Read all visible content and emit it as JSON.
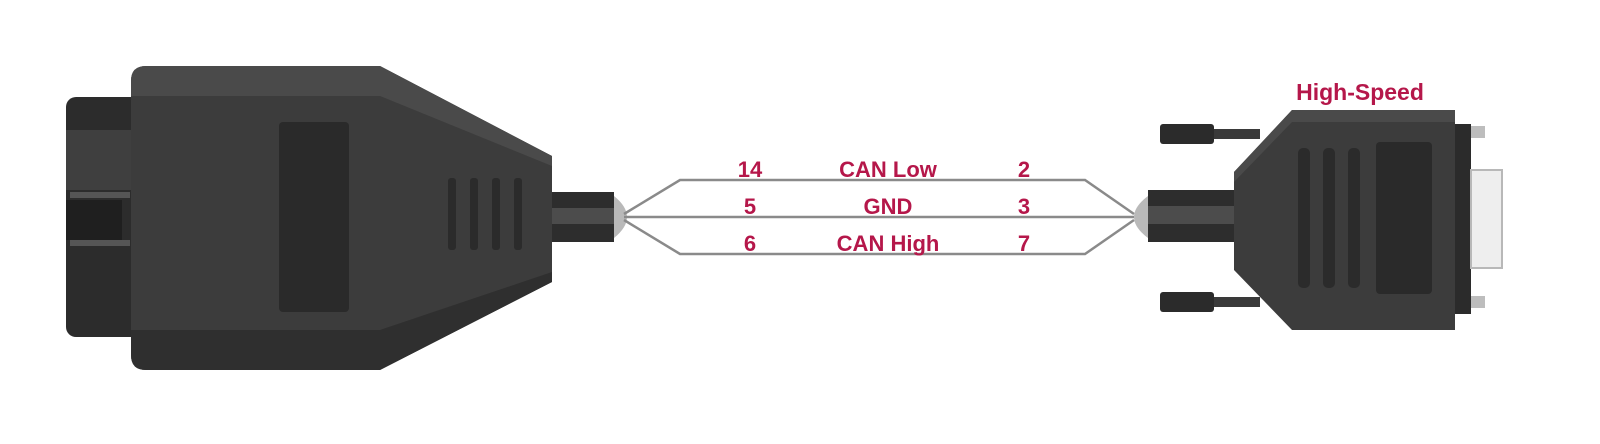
{
  "header": {
    "right_connector_label": "High-Speed"
  },
  "wires": [
    {
      "left_pin": "14",
      "signal": "CAN Low",
      "right_pin": "2"
    },
    {
      "left_pin": "5",
      "signal": "GND",
      "right_pin": "3"
    },
    {
      "left_pin": "6",
      "signal": "CAN High",
      "right_pin": "7"
    }
  ],
  "colors": {
    "label": "#b5174a",
    "connector_body": "#3c3c3c",
    "connector_dark": "#2a2a2a",
    "wire": "#8a8a8a",
    "background": "#ffffff"
  },
  "icons": {
    "left_connector": "obd2-connector-icon",
    "right_connector": "db9-connector-icon"
  }
}
